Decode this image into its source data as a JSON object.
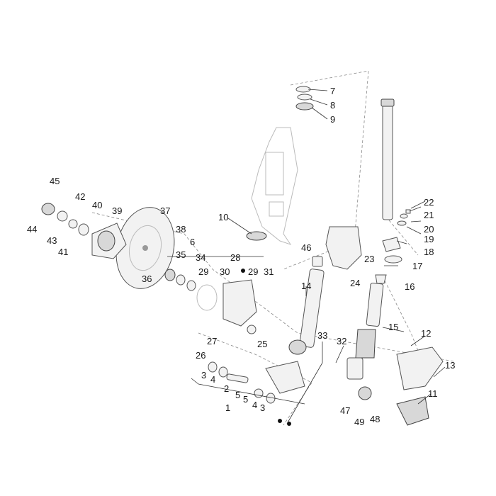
{
  "callouts": [
    "1",
    "2",
    "3",
    "3",
    "4",
    "4",
    "5",
    "5",
    "6",
    "7",
    "8",
    "9",
    "10",
    "11",
    "12",
    "13",
    "14",
    "15",
    "16",
    "17",
    "18",
    "19",
    "20",
    "21",
    "22",
    "23",
    "24",
    "25",
    "26",
    "27",
    "28",
    "29",
    "29",
    "30",
    "31",
    "32",
    "33",
    "34",
    "35",
    "36",
    "37",
    "38",
    "39",
    "40",
    "41",
    "42",
    "43",
    "44",
    "45",
    "46",
    "47",
    "48",
    "49"
  ]
}
